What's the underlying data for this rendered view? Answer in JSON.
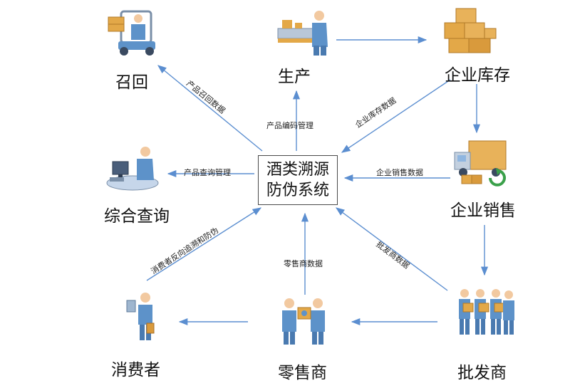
{
  "center": {
    "line1": "酒类溯源",
    "line2": "防伪系统"
  },
  "nodes": {
    "recall": "召回",
    "production": "生产",
    "inventory": "企业库存",
    "query": "综合查询",
    "sales": "企业销售",
    "consumer": "消费者",
    "retailer": "零售商",
    "wholesaler": "批发商"
  },
  "edges": {
    "recall_data": "产品召回数据",
    "coding_mgmt": "产品编码管理",
    "inventory_data": "企业库存数据",
    "query_mgmt": "产品查询管理",
    "sales_data": "企业销售数据",
    "consumer_trace": "消费者反向追溯和防伪",
    "retail_data": "零售商数据",
    "wholesale_data": "批发商数据"
  },
  "colors": {
    "arrow": "#5b8ed0",
    "person": "#5d92c9",
    "box": "#e3a848",
    "accent_green": "#3aa04a"
  },
  "icons": {
    "recall": "forklift-worker-icon",
    "production": "factory-worker-icon",
    "inventory": "stacked-boxes-icon",
    "query": "desk-worker-icon",
    "sales": "delivery-truck-icon",
    "consumer": "person-with-phone-icon",
    "retailer": "handshake-icon",
    "wholesaler": "group-with-boxes-icon"
  }
}
